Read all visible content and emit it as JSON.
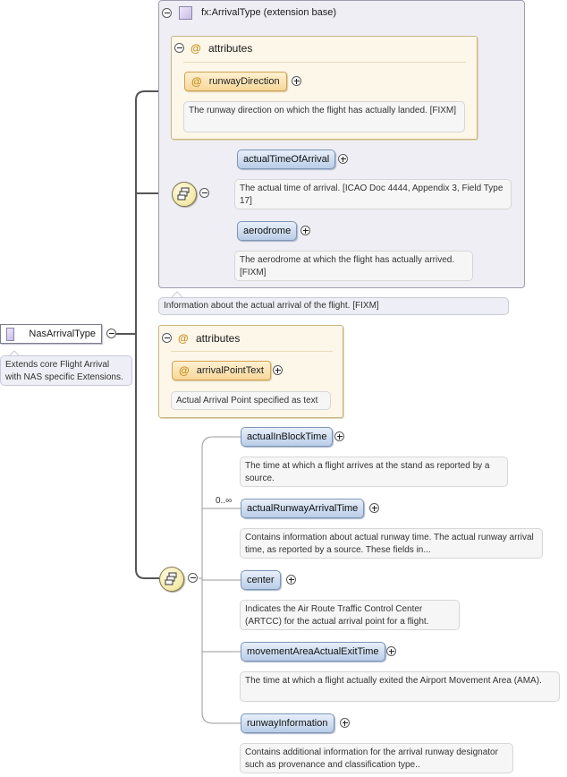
{
  "root": {
    "name": "NasArrivalType",
    "description": "Extends core Flight Arrival with NAS specific Extensions."
  },
  "extension": {
    "title": "fx:ArrivalType (extension base)",
    "attributes_title": "attributes",
    "attribute": {
      "name": "runwayDirection",
      "description": "The runway direction on which the flight has actually landed. [FIXM]"
    },
    "elements": [
      {
        "name": "actualTimeOfArrival",
        "description": "The actual time of arrival. [ICAO Doc 4444, Appendix 3, Field Type 17]"
      },
      {
        "name": "aerodrome",
        "description": "The aerodrome at which the flight has actually arrived. [FIXM]"
      }
    ],
    "description": "Information about the actual arrival of the flight. [FIXM]"
  },
  "attributes": {
    "title": "attributes",
    "attribute": {
      "name": "arrivalPointText",
      "description": "Actual Arrival Point specified as text"
    }
  },
  "sequence": {
    "occurs": "0..∞",
    "elements": [
      {
        "name": "actualInBlockTime",
        "description": "The time at which a flight arrives at the stand as reported by a source."
      },
      {
        "name": "actualRunwayArrivalTime",
        "description": "Contains information about actual runway time. The actual runway arrival time, as reported by a source. These fields in..."
      },
      {
        "name": "center",
        "description": "Indicates the Air Route Traffic Control Center (ARTCC) for the actual arrival point for a flight."
      },
      {
        "name": "movementAreaActualExitTime",
        "description": "The time at which a flight actually exited the Airport Movement Area (AMA)."
      },
      {
        "name": "runwayInformation",
        "description": "Contains additional information for the arrival runway designator such as provenance and classification type.."
      }
    ]
  },
  "colors": {
    "element_fill": "#c8d8ee",
    "attribute_fill": "#f9e1ad",
    "extension_bg": "#eeeef4",
    "connector": "#555555"
  },
  "icons": [
    "collapse-icon",
    "expand-icon",
    "complex-type-icon",
    "attribute-icon",
    "sequence-icon"
  ]
}
